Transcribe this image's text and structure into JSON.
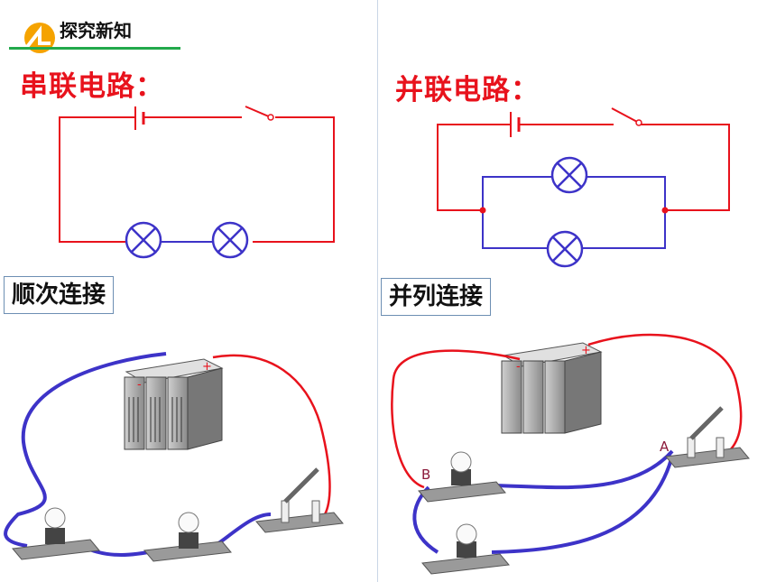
{
  "header": {
    "title": "探究新知"
  },
  "left": {
    "title": "串联电路：",
    "label": "顺次连接"
  },
  "right": {
    "title": "并联电路：",
    "label": "并列连接",
    "point_a": "A",
    "point_b": "B"
  },
  "battery": {
    "plus": "+",
    "minus": "-"
  },
  "colors": {
    "red_wire": "#e8121c",
    "blue_wire": "#3d33c8",
    "accent": "#f5a300",
    "header_line": "#22a94b"
  }
}
